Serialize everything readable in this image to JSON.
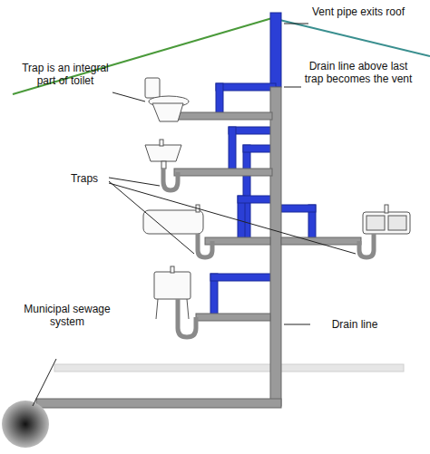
{
  "diagram": {
    "labels": [
      "Vent pipe exits roof",
      "Drain line above last trap becomes the vent",
      "Trap is an integral part of toilet",
      "Traps",
      "Drain line",
      "Municipal sewage system"
    ]
  }
}
